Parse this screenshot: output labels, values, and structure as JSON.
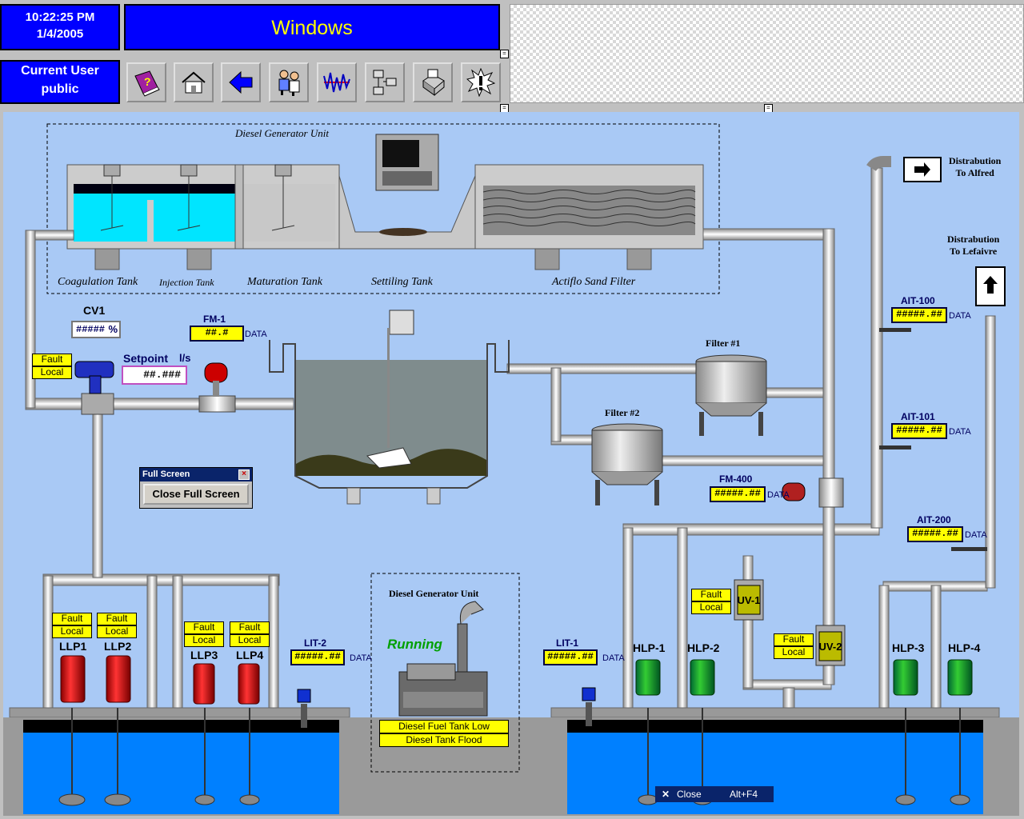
{
  "header": {
    "time": "10:22:25 PM",
    "date": "1/4/2005",
    "title": "Windows",
    "user_label": "Current User",
    "user_name": "public"
  },
  "toolbar": {
    "icons": [
      "help-book-icon",
      "home-icon",
      "back-arrow-icon",
      "users-icon",
      "trend-icon",
      "network-icon",
      "printer-icon",
      "alarm-icon"
    ]
  },
  "plant": {
    "top_unit_label": "Diesel Generator Unit",
    "tanks": [
      "Coagulation Tank",
      "Injection Tank",
      "Maturation Tank",
      "Settiling Tank",
      "Actiflo Sand Filter"
    ],
    "cv1": {
      "name": "CV1",
      "value": "#####",
      "unit": "%",
      "fault": "Fault",
      "local": "Local"
    },
    "setpoint": {
      "label": "Setpoint",
      "unit": "l/s",
      "value": "##.###"
    },
    "fm1": {
      "name": "FM-1",
      "value": "##.#",
      "data": "DATA"
    },
    "filter1": "Filter #1",
    "filter2": "Filter #2",
    "fm400": {
      "name": "FM-400",
      "value": "#####.##",
      "data": "DATA"
    },
    "ait100": {
      "name": "AIT-100",
      "value": "#####.##",
      "data": "DATA"
    },
    "ait101": {
      "name": "AIT-101",
      "value": "#####.##",
      "data": "DATA"
    },
    "ait200": {
      "name": "AIT-200",
      "value": "#####.##",
      "data": "DATA"
    },
    "dist_alfred": {
      "line1": "Distrabution",
      "line2": "To Alfred"
    },
    "dist_lefaivre": {
      "line1": "Distrabution",
      "line2": "To Lefaivre"
    },
    "uv1": {
      "name": "UV-1",
      "fault": "Fault",
      "local": "Local"
    },
    "uv2": {
      "name": "UV-2",
      "fault": "Fault",
      "local": "Local"
    },
    "llp": [
      {
        "name": "LLP1",
        "fault": "Fault",
        "local": "Local"
      },
      {
        "name": "LLP2",
        "fault": "Fault",
        "local": "Local"
      },
      {
        "name": "LLP3",
        "fault": "Fault",
        "local": "Local"
      },
      {
        "name": "LLP4",
        "fault": "Fault",
        "local": "Local"
      }
    ],
    "lit2": {
      "name": "LIT-2",
      "value": "#####.##",
      "data": "DATA"
    },
    "lit1": {
      "name": "LIT-1",
      "value": "#####.##",
      "data": "DATA"
    },
    "hlp": [
      "HLP-1",
      "HLP-2",
      "HLP-3",
      "HLP-4"
    ],
    "generator": {
      "title": "Diesel Generator Unit",
      "status": "Running",
      "alarm1": "Diesel Fuel Tank Low",
      "alarm2": "Diesel Tank Flood"
    }
  },
  "fullscreen_dialog": {
    "title": "Full Screen",
    "button": "Close Full Screen"
  },
  "tooltip": {
    "label": "Close",
    "shortcut": "Alt+F4"
  },
  "colors": {
    "header_blue": "#0000ff",
    "plant_bg": "#a9c9f5",
    "water": "#0080ff",
    "alarm_yellow": "#ffff00",
    "running_green": "#00a000",
    "pump_red": "#dd0000",
    "pump_green": "#1a9a1a"
  }
}
